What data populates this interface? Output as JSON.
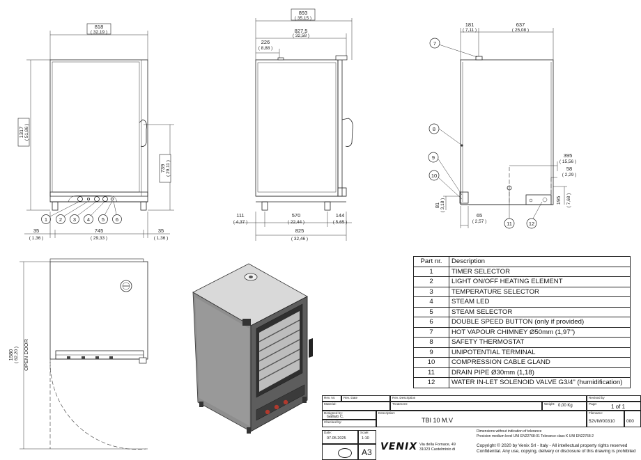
{
  "views": {
    "front": {
      "width_total": "818",
      "width_total_in": "( 32,19 )",
      "height_total": "1317",
      "height_total_in": "( 51,86 )",
      "handle_height": "739",
      "handle_height_in": "( 29,11 )",
      "side_left": "35",
      "side_left_in": "( 1,36 )",
      "inner_width": "745",
      "inner_width_in": "( 29,33 )",
      "side_right": "35",
      "side_right_in": "( 1,36 )",
      "callouts": [
        "1",
        "2",
        "3",
        "4",
        "5",
        "6"
      ]
    },
    "side": {
      "width_total": "893",
      "width_total_in": "( 35,15 )",
      "body_width": "827,5",
      "body_width_in": "( 32,58 )",
      "chimney_offset": "226",
      "chimney_offset_in": "( 8,88 )",
      "feet_height": "111",
      "feet_height_in": "( 4,37 )",
      "feet_spacing": "570",
      "feet_spacing_in": "( 22,44 )",
      "rear_offset": "144",
      "rear_offset_in": "( 5,65 )",
      "depth": "825",
      "depth_in": "( 32,46 )"
    },
    "rear": {
      "chimney_x": "181",
      "chimney_x_in": "( 7,11 )",
      "chimney_w": "637",
      "chimney_w_in": "( 25,08 )",
      "inlet_x": "395",
      "inlet_x_in": "( 15,56 )",
      "inlet_dx": "58",
      "inlet_dx_in": "( 2,29 )",
      "drain_h": "81",
      "drain_h_in": "( 3,18 )",
      "drain_x": "65",
      "drain_x_in": "( 2,57 )",
      "inlet_h": "195",
      "inlet_h_in": "( 7,68 )",
      "callouts": [
        "7",
        "8",
        "9",
        "10",
        "11",
        "12"
      ]
    },
    "top": {
      "door_swing": "1580",
      "door_swing_in": "( 62,20 )",
      "door_label": "OPEN DOOR"
    }
  },
  "parts": {
    "header_nr": "Part nr.",
    "header_desc": "Description",
    "rows": [
      {
        "nr": "1",
        "desc": "TIMER SELECTOR"
      },
      {
        "nr": "2",
        "desc": "LIGHT ON/OFF HEATING ELEMENT"
      },
      {
        "nr": "3",
        "desc": "TEMPERATURE SELECTOR"
      },
      {
        "nr": "4",
        "desc": "STEAM LED"
      },
      {
        "nr": "5",
        "desc": "STEAM SELECTOR"
      },
      {
        "nr": "6",
        "desc": "DOUBLE SPEED BUTTON (only if provided)"
      },
      {
        "nr": "7",
        "desc": "HOT VAPOUR CHIMNEY Ø50mm (1,97\")"
      },
      {
        "nr": "8",
        "desc": "SAFETY THERMOSTAT"
      },
      {
        "nr": "9",
        "desc": "UNIPOTENTIAL TERMINAL"
      },
      {
        "nr": "10",
        "desc": "COMPRESSION CABLE GLAND"
      },
      {
        "nr": "11",
        "desc": "DRAIN PIPE Ø30mm (1,18)"
      },
      {
        "nr": "12",
        "desc": "WATER IN-LET SOLENOID VALVE G3/4\" (humidification)"
      }
    ]
  },
  "title_block": {
    "rev_nr": "Rev. Nr.",
    "rev_date": "Rev. Date",
    "rev_desc": "Rev. Description",
    "revised_by": "Revised by",
    "material": "Material:",
    "treatment": "Treatment:",
    "weight_lbl": "Weight:",
    "weight": "0,00 Kg",
    "page_lbl": "Page:",
    "page": "1 of 1",
    "designed_by_lbl": "Designed by:",
    "designed_by": "Gallato C.",
    "description_lbl": "Description:",
    "description": "TBI 10 M.V",
    "filename_lbl": "Filename:",
    "filename": "52VIW00310",
    "rev_code": "000",
    "checked_by_lbl": "Checked by:",
    "date_lbl": "Date:",
    "date": "07.05.2025",
    "scale_lbl": "Scale:",
    "scale": "1:10",
    "format": "A3",
    "brand": "VENIX",
    "address_1": "Via della Fornace, 49",
    "address_2": "31023 Castelminio di",
    "tolerance_1": "Dimensions without indication of tolerance",
    "tolerance_2": "Precision medium level UNI EN22768-01 Tolerance class K UNI EN22768-2",
    "copyright_1": "Copyright © 2020 by Venix Srl - Italy - All intellectual property rights reserved",
    "copyright_2": "Confidential. Any use, copying, delivery or disclosure of this drawing is prohibited"
  }
}
